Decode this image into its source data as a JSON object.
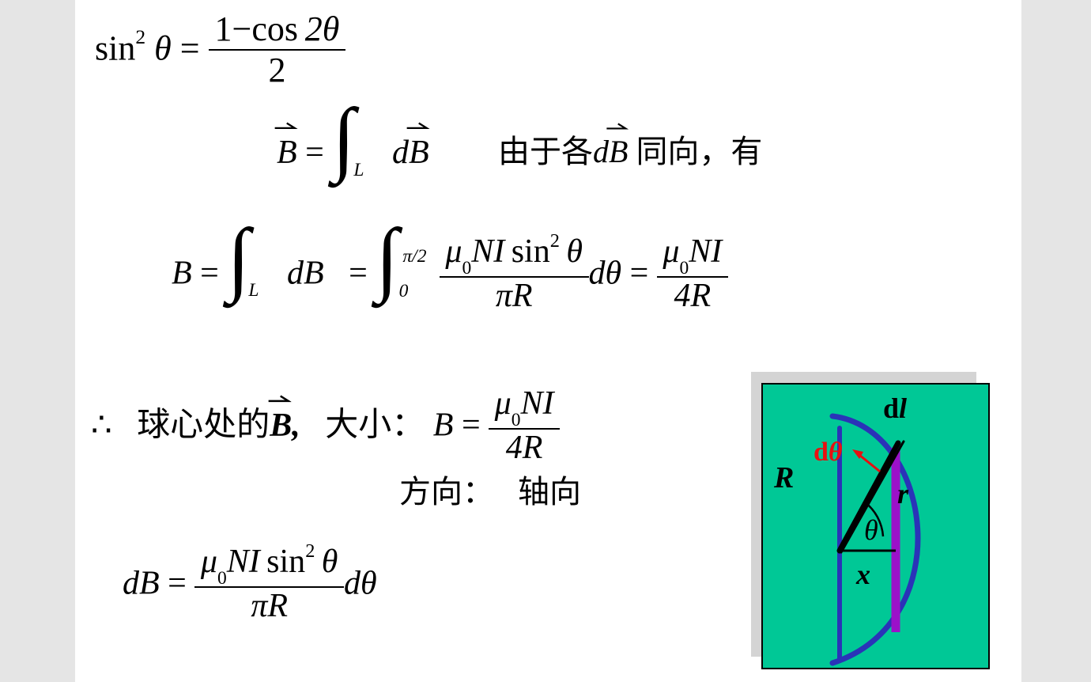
{
  "slide": {
    "background": "#ffffff",
    "page_margin_color": "#e5e5e5"
  },
  "equations": {
    "identity": {
      "lhs_fn": "sin",
      "lhs_exp": "2",
      "lhs_var": "θ",
      "eq": "=",
      "num_one": "1",
      "num_minus": "−",
      "num_cos": "cos",
      "num_two_theta": "2θ",
      "den": "2"
    },
    "vector_integral": {
      "B": "B",
      "eq": "=",
      "int_sub": "L",
      "dB_d": "d",
      "dB_B": "B",
      "note_prefix": "由于各",
      "note_d": "d",
      "note_B": "B",
      "note_suffix": "同向，有"
    },
    "magnitude_integral": {
      "B": "B",
      "eq1": "=",
      "int1_sub": "L",
      "dB": "dB",
      "eq2": "=",
      "int2_upper": "π/2",
      "int2_lower": "0",
      "num_mu": "μ",
      "num_mu_sub": "0",
      "num_NI": "NI",
      "num_sin": "sin",
      "num_sin_exp": "2",
      "num_theta": "θ",
      "den_piR": "πR",
      "dtheta": "dθ",
      "eq3": "=",
      "res_mu": "μ",
      "res_mu_sub": "0",
      "res_NI": "NI",
      "res_den": "4R"
    },
    "conclusion": {
      "therefore": "∴",
      "text_center": "球心处的",
      "B_symbol": "B",
      "comma": ",",
      "magnitude_label": "大小：",
      "B": "B",
      "eq": "=",
      "num_mu": "μ",
      "num_mu_sub": "0",
      "num_NI": "NI",
      "den": "4R"
    },
    "direction": {
      "label": "方向：",
      "value": "轴向"
    },
    "dB_formula": {
      "lhs": "dB",
      "eq": "=",
      "num_mu": "μ",
      "num_mu_sub": "0",
      "num_NI": "NI",
      "num_sin": "sin",
      "num_sin_exp": "2",
      "num_theta": "θ",
      "den": "πR",
      "dtheta": "dθ"
    }
  },
  "figure": {
    "background": "#00c896",
    "border_color": "#000000",
    "shadow_color": "#d4d4d4",
    "arc_color": "#2a33b8",
    "axis_color": "#2a33b8",
    "chord_color": "#9b11c9",
    "accent_color": "#e81010",
    "labels": {
      "dl_d": "d",
      "dl_l": "l",
      "dtheta_d": "d",
      "dtheta_theta": "θ",
      "R": "R",
      "r": "r",
      "theta": "θ",
      "x": "x"
    }
  }
}
